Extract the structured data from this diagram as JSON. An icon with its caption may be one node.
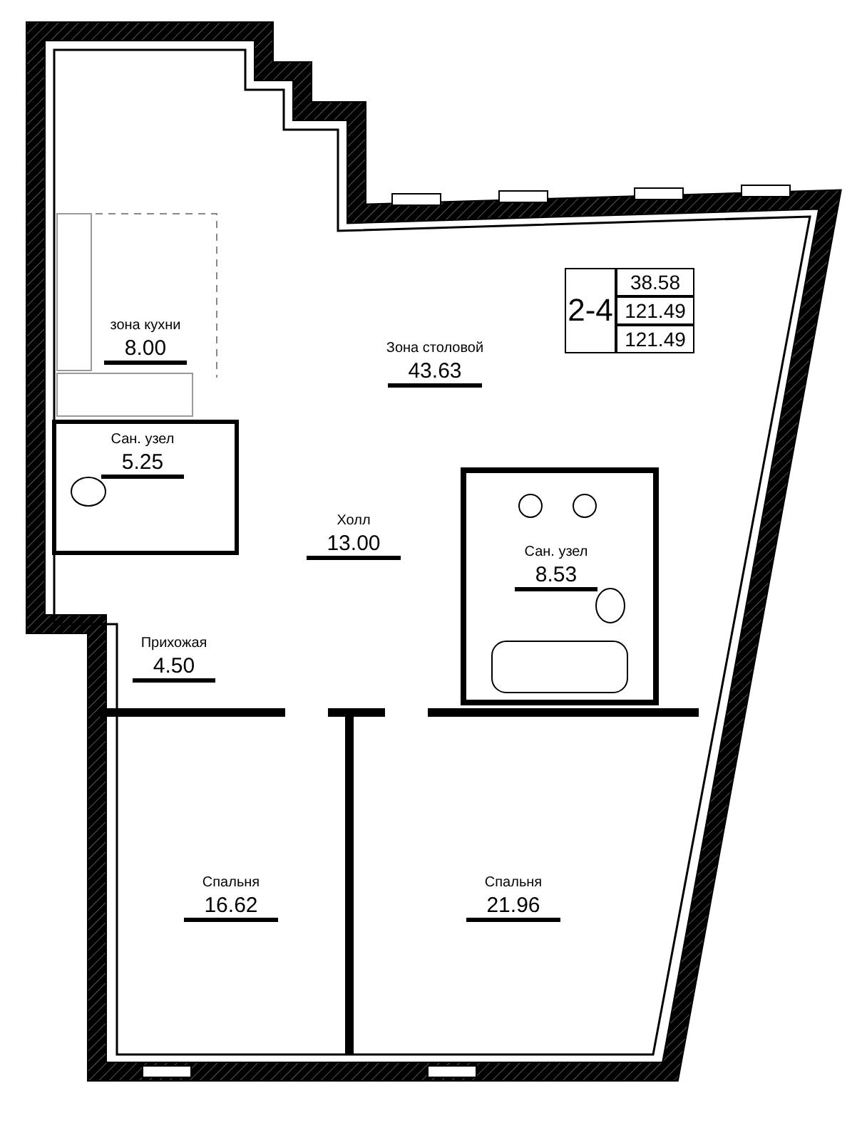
{
  "diagram": {
    "nodes": [
      {
        "text": [
          "зона кухни",
          "8.00"
        ]
      },
      {
        "text": [
          "Зона столовой",
          "43.63"
        ]
      },
      {
        "text": [
          "Сан. узел",
          "5.25"
        ]
      },
      {
        "text": [
          "Холл",
          "13.00"
        ]
      },
      {
        "text": [
          "Сан. узел",
          "8.53"
        ]
      },
      {
        "text": [
          "Прихожая",
          "4.50"
        ]
      },
      {
        "text": [
          "Спальня",
          "16.62"
        ]
      },
      {
        "text": [
          "Спальня",
          "21.96"
        ]
      }
    ],
    "labels": [
      "2-4",
      "38.58",
      "121.49",
      "121.49"
    ]
  }
}
